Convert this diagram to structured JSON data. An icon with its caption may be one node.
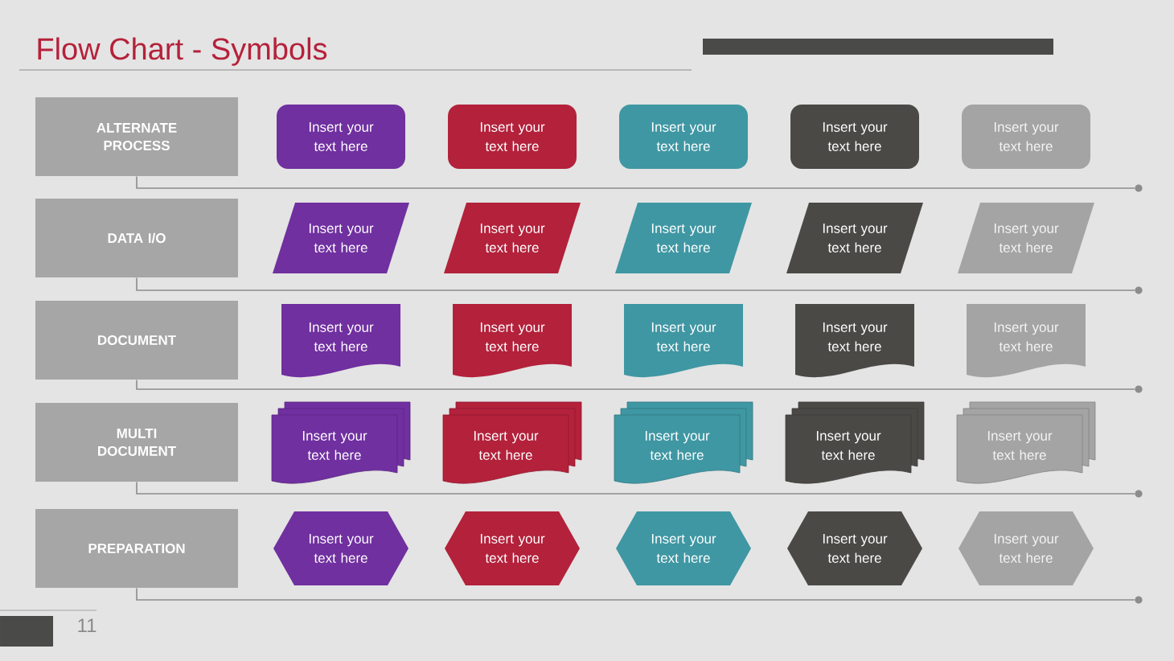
{
  "diagram": {
    "title": "Flow Chart - Symbols",
    "nodes": [
      {
        "text": [
          "ALTERNATE PROCESS"
        ]
      },
      {
        "text": [
          "Insert your text here"
        ]
      },
      {
        "text": [
          "Insert your text here"
        ]
      },
      {
        "text": [
          "Insert your text here"
        ]
      },
      {
        "text": [
          "Insert your text here"
        ]
      },
      {
        "text": [
          "Insert your text here"
        ]
      },
      {
        "text": [],
        "shape": "circle"
      },
      {
        "text": [
          "DATA I/O"
        ]
      },
      {
        "text": [
          "Insert your text here"
        ]
      },
      {
        "text": [
          "Insert your text here"
        ]
      },
      {
        "text": [
          "Insert your text here"
        ]
      },
      {
        "text": [
          "Insert your text here"
        ]
      },
      {
        "text": [
          "Insert your text here"
        ]
      },
      {
        "text": [],
        "shape": "circle"
      },
      {
        "text": [
          "DOCUMENT"
        ]
      },
      {
        "text": [
          "Insert your text here"
        ]
      },
      {
        "text": [
          "Insert your text here"
        ]
      },
      {
        "text": [
          "Insert your text here"
        ]
      },
      {
        "text": [
          "Insert your text here"
        ]
      },
      {
        "text": [
          "Insert your text here"
        ]
      },
      {
        "text": [],
        "shape": "circle"
      },
      {
        "text": [
          "MULTI DOCUMENT"
        ]
      },
      {
        "text": [
          "Insert your text here"
        ]
      },
      {
        "text": [
          "Insert your text here"
        ]
      },
      {
        "text": [
          "Insert your text here"
        ]
      },
      {
        "text": [
          "Insert your text here"
        ]
      },
      {
        "text": [
          "Insert your text here"
        ]
      },
      {
        "text": [],
        "shape": "circle"
      },
      {
        "text": [
          "PREPARATION"
        ]
      },
      {
        "text": [
          "Insert your text here"
        ]
      },
      {
        "text": [
          "Insert your text here"
        ]
      },
      {
        "text": [
          "Insert your text here"
        ]
      },
      {
        "text": [
          "Insert your text here"
        ]
      },
      {
        "text": [
          "Insert your text here"
        ]
      },
      {
        "text": [],
        "shape": "circle"
      }
    ],
    "edges": [
      {
        "from": 0,
        "to": 6,
        "arrow": "none"
      },
      {
        "from": 7,
        "to": 13,
        "arrow": "none"
      },
      {
        "from": 14,
        "to": 20,
        "arrow": "none"
      },
      {
        "from": 21,
        "to": 27,
        "arrow": "none"
      },
      {
        "from": 28,
        "to": 34,
        "arrow": "none"
      }
    ],
    "labels": [
      "11"
    ]
  }
}
